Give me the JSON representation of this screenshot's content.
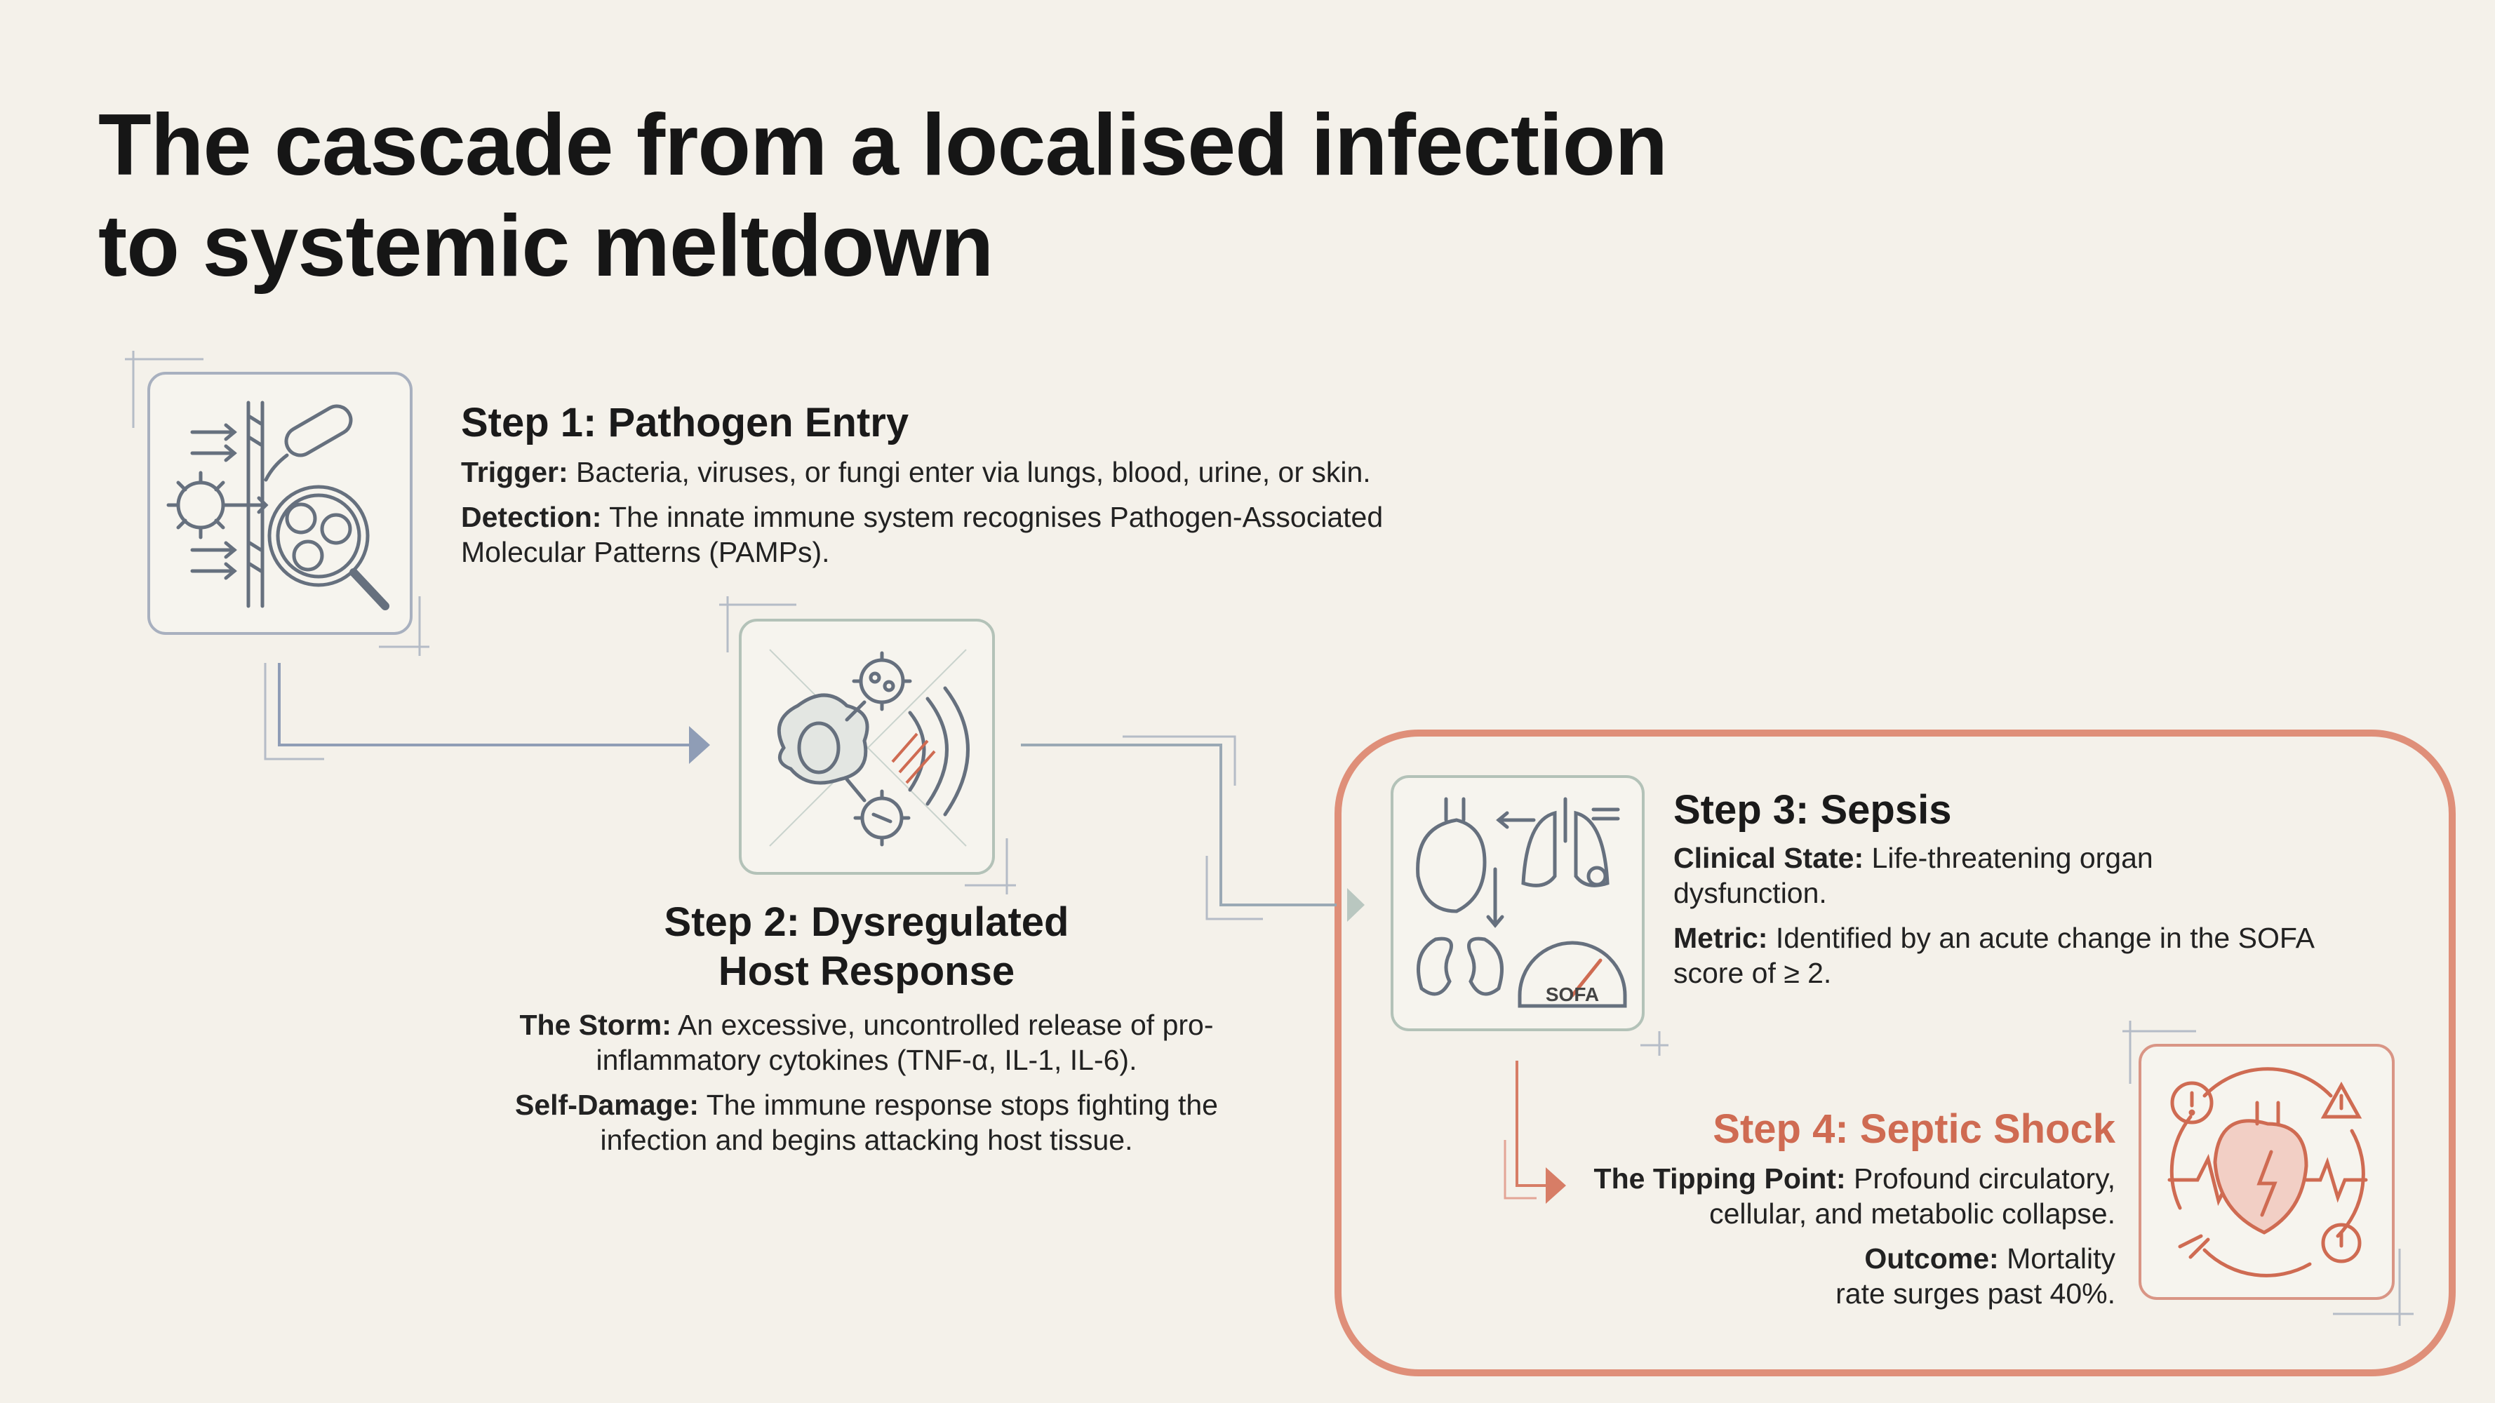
{
  "title": {
    "line1": "The cascade from a localised infection",
    "line2": "to systemic meltdown"
  },
  "steps": [
    {
      "title": "Step 1: Pathogen Entry",
      "items": [
        {
          "label": "Trigger:",
          "text": "Bacteria, viruses, or fungi enter via lungs, blood, urine, or skin."
        },
        {
          "label": "Detection:",
          "text": "The innate immune system recognises Pathogen-Associated Molecular Patterns (PAMPs)."
        }
      ]
    },
    {
      "title_line1": "Step 2: Dysregulated",
      "title_line2": "Host Response",
      "items": [
        {
          "label": "The Storm:",
          "text": "An excessive, uncontrolled release of pro-inflammatory cytokines (TNF-α, IL-1, IL-6)."
        },
        {
          "label": "Self-Damage:",
          "text": "The immune response stops fighting the infection and begins attacking host tissue."
        }
      ]
    },
    {
      "title": "Step 3: Sepsis",
      "items": [
        {
          "label": "Clinical State:",
          "text": "Life-threatening organ dysfunction."
        },
        {
          "label": "Metric:",
          "text": "Identified by an acute change in the SOFA score of ≥ 2."
        }
      ],
      "icon_label": "SOFA"
    },
    {
      "title": "Step 4: Septic Shock",
      "items": [
        {
          "label": "The Tipping Point:",
          "text": "Profound circulatory, cellular, and metabolic collapse."
        },
        {
          "label": "Outcome:",
          "text": "Mortality rate surges past 40%."
        }
      ]
    }
  ],
  "colors": {
    "background": "#f4f1ea",
    "highlight": "#df8f79",
    "step4_accent": "#cf6b52",
    "connector": "#8f9db6",
    "icon_outline": "#66707e"
  },
  "icons": [
    "pathogen-entry-icon",
    "cytokine-storm-icon",
    "organ-dysfunction-icon",
    "septic-shock-heart-icon"
  ]
}
